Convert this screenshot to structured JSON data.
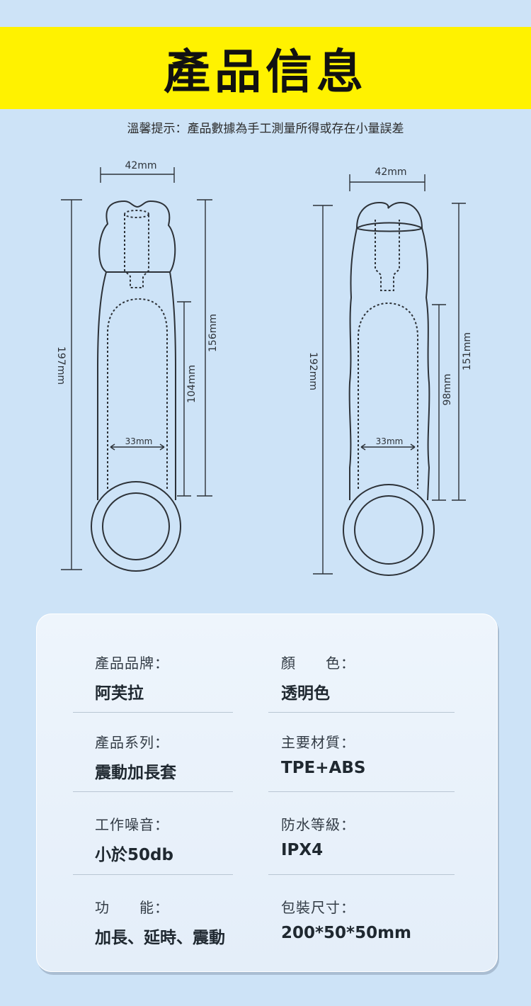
{
  "banner": {
    "title": "產品信息"
  },
  "notice": "溫馨提示：產品數據為手工測量所得或存在小量誤差",
  "diagram": {
    "left": {
      "top_width": "42mm",
      "inner_width": "33mm",
      "total_length": "197mm",
      "shaft_length": "156mm",
      "inner_length": "104mm"
    },
    "right": {
      "top_width": "42mm",
      "inner_width": "33mm",
      "total_length": "192mm",
      "shaft_length": "151mm",
      "inner_length": "98mm"
    }
  },
  "specs": [
    {
      "label": "產品品牌：",
      "value": "阿芙拉"
    },
    {
      "label": "顏　　色：",
      "value": "透明色"
    },
    {
      "label": "產品系列：",
      "value": "震動加長套"
    },
    {
      "label": "主要材質：",
      "value": "TPE+ABS"
    },
    {
      "label": "工作噪音：",
      "value": "小於50db"
    },
    {
      "label": "防水等級：",
      "value": "IPX4"
    },
    {
      "label": "功　　能：",
      "value": "加長、延時、震動"
    },
    {
      "label": "包裝尺寸：",
      "value": "200*50*50mm"
    }
  ]
}
